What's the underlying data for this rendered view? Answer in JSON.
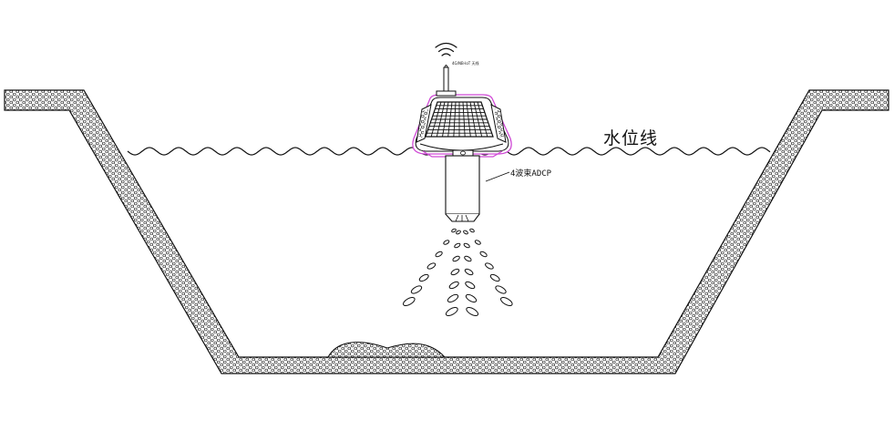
{
  "labels": {
    "water_level": "水位线",
    "adcp": "4波束ADCP",
    "antenna": "4G/NB-IoT 天线"
  },
  "colors": {
    "line": "#111111",
    "buoy_outline": "#d04ad6",
    "background": "#ffffff"
  },
  "icons": {
    "antenna": "wifi-signal-icon"
  }
}
